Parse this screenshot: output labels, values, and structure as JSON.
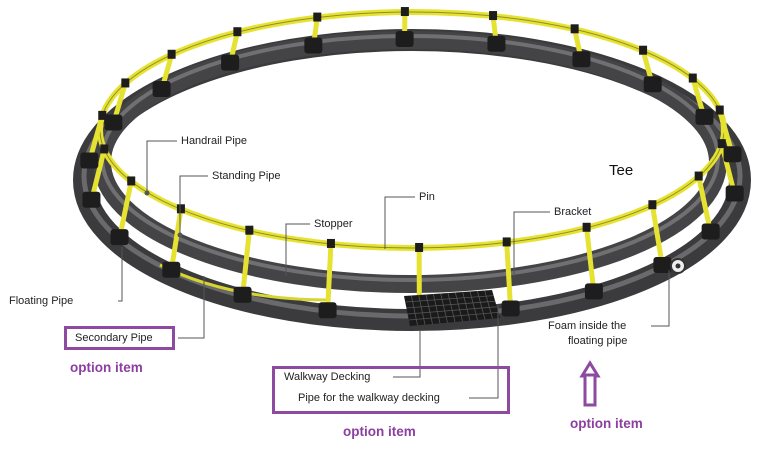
{
  "labels": {
    "handrail_pipe": "Handrail Pipe",
    "standing_pipe": "Standing Pipe",
    "stopper": "Stopper",
    "pin": "Pin",
    "bracket": "Bracket",
    "tee": "Tee",
    "floating_pipe": "Floating Pipe",
    "secondary_pipe": "Secondary Pipe",
    "foam_line1": "Foam inside the",
    "foam_line2": "floating pipe",
    "walkway_decking": "Walkway Decking",
    "pipe_for_walkway": "Pipe for the walkway decking"
  },
  "option_items": {
    "left": "option item",
    "center": "option item",
    "right": "option item"
  },
  "colors": {
    "handrail": "#e6e232",
    "floating_pipe": "#4a4a4c",
    "bracket": "#1d1d1d",
    "highlight_box": "#8e4aa0",
    "option_text": "#8b3fa0"
  }
}
